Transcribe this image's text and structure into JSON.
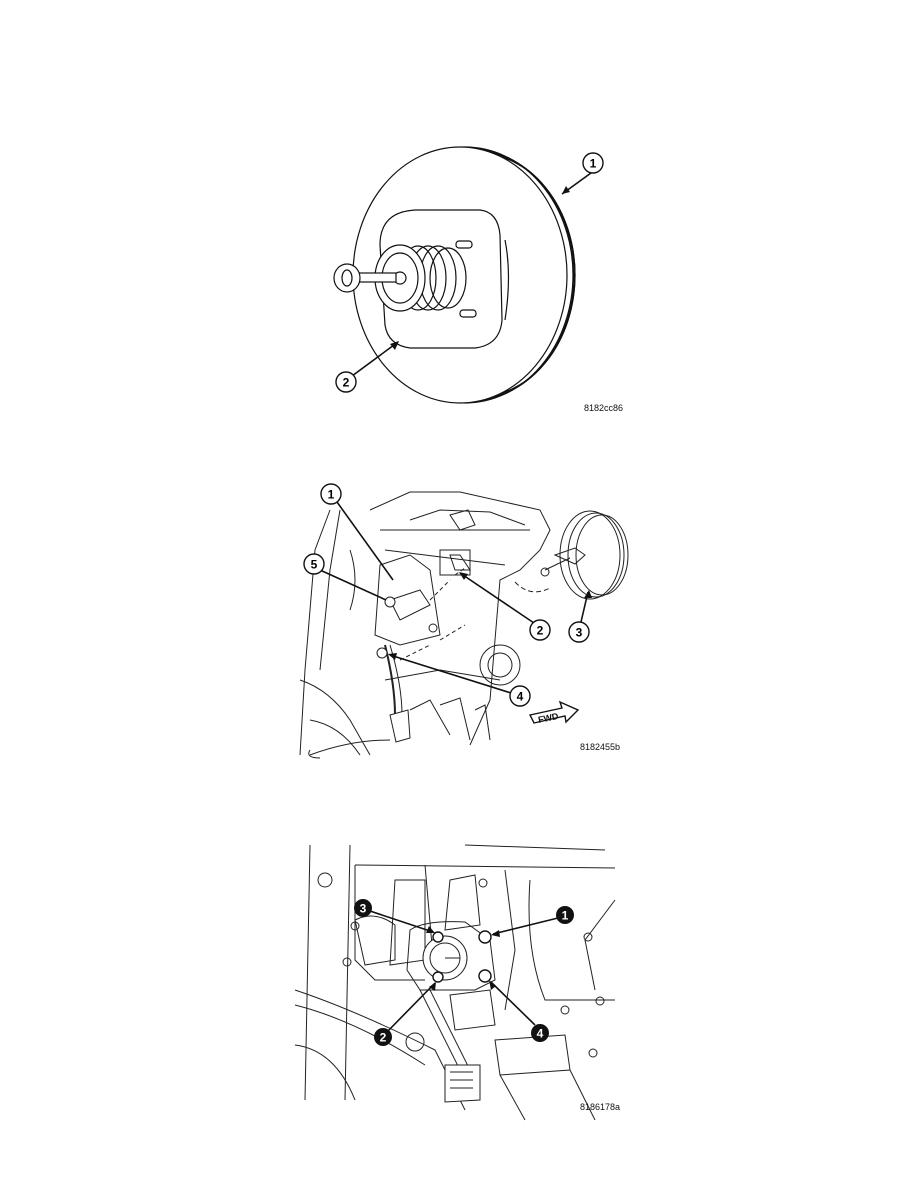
{
  "figures": [
    {
      "id": "fig1",
      "subject": "brake-booster",
      "code": "8182cc86",
      "callouts": [
        {
          "label": "1",
          "style": "outline"
        },
        {
          "label": "2",
          "style": "outline"
        }
      ]
    },
    {
      "id": "fig2",
      "subject": "brake-pedal-and-booster-installation",
      "code": "8182455b",
      "direction_label": "FWD",
      "callouts": [
        {
          "label": "1",
          "style": "outline"
        },
        {
          "label": "2",
          "style": "outline"
        },
        {
          "label": "3",
          "style": "outline"
        },
        {
          "label": "4",
          "style": "outline"
        },
        {
          "label": "5",
          "style": "outline"
        }
      ]
    },
    {
      "id": "fig3",
      "subject": "booster-mounting-nuts",
      "code": "8186178a",
      "callouts": [
        {
          "label": "1",
          "style": "filled"
        },
        {
          "label": "2",
          "style": "filled"
        },
        {
          "label": "3",
          "style": "filled"
        },
        {
          "label": "4",
          "style": "filled"
        }
      ]
    }
  ]
}
